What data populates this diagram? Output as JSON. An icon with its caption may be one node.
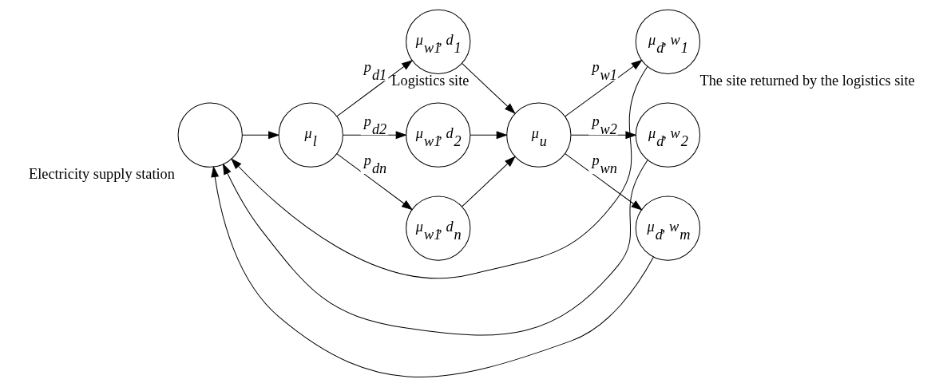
{
  "diagram": {
    "nodes": [
      {
        "text": [],
        "shape": "circle",
        "beside": [
          "Electricity supply station"
        ]
      },
      {
        "text": [
          "μ$_{l}$"
        ]
      },
      {
        "text": [
          "μ$_{w1}$, d$_{1}$"
        ],
        "beside": [
          "Logistics site"
        ]
      },
      {
        "text": [
          "μ$_{w1}$, d$_{2}$"
        ]
      },
      {
        "text": [
          "μ$_{w1}$, d$_{n}$"
        ]
      },
      {
        "text": [
          "μ$_{u}$"
        ]
      },
      {
        "text": [
          "μ$_{d}$, w$_{1}$"
        ],
        "beside": [
          "The site returned by the logistics site"
        ]
      },
      {
        "text": [
          "μ$_{d}$, w$_{2}$"
        ]
      },
      {
        "text": [
          "μ$_{d}$, w$_{m}$"
        ]
      }
    ],
    "edges": [
      {
        "from": 0,
        "to": 1,
        "arrow": "to"
      },
      {
        "from": 1,
        "to": 2,
        "arrow": "to",
        "label": "p$_{d1}$"
      },
      {
        "from": 1,
        "to": 3,
        "arrow": "to",
        "label": "p$_{d2}$"
      },
      {
        "from": 1,
        "to": 4,
        "arrow": "to",
        "label": "p$_{dn}$"
      },
      {
        "from": 2,
        "to": 5,
        "arrow": "to"
      },
      {
        "from": 3,
        "to": 5,
        "arrow": "to"
      },
      {
        "from": 4,
        "to": 5,
        "arrow": "to"
      },
      {
        "from": 5,
        "to": 6,
        "arrow": "to",
        "label": "p$_{w1}$"
      },
      {
        "from": 5,
        "to": 7,
        "arrow": "to",
        "label": "p$_{w2}$"
      },
      {
        "from": 5,
        "to": 8,
        "arrow": "to",
        "label": "p$_{wn}$"
      },
      {
        "from": 6,
        "to": 0,
        "arrow": "to"
      },
      {
        "from": 7,
        "to": 0,
        "arrow": "to"
      },
      {
        "from": 8,
        "to": 0,
        "arrow": "to"
      }
    ]
  }
}
